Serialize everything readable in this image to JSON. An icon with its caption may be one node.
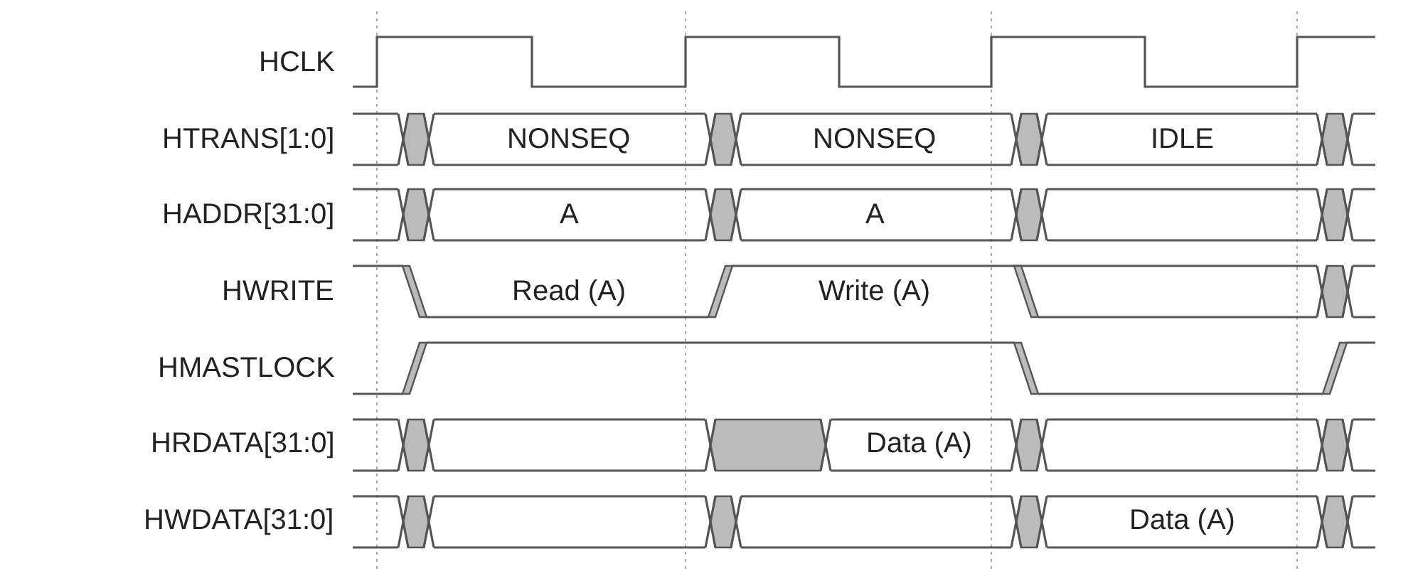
{
  "diagram": {
    "labels": [
      "HCLK",
      "HTRANS[1:0]",
      "NONSEQ",
      "NONSEQ",
      "IDLE",
      "HADDR[31:0]",
      "A",
      "A",
      "HWRITE",
      "Read (A)",
      "Write (A)",
      "HMASTLOCK",
      "HRDATA[31:0]",
      "Data (A)",
      "HWDATA[31:0]",
      "Data (A)"
    ]
  }
}
